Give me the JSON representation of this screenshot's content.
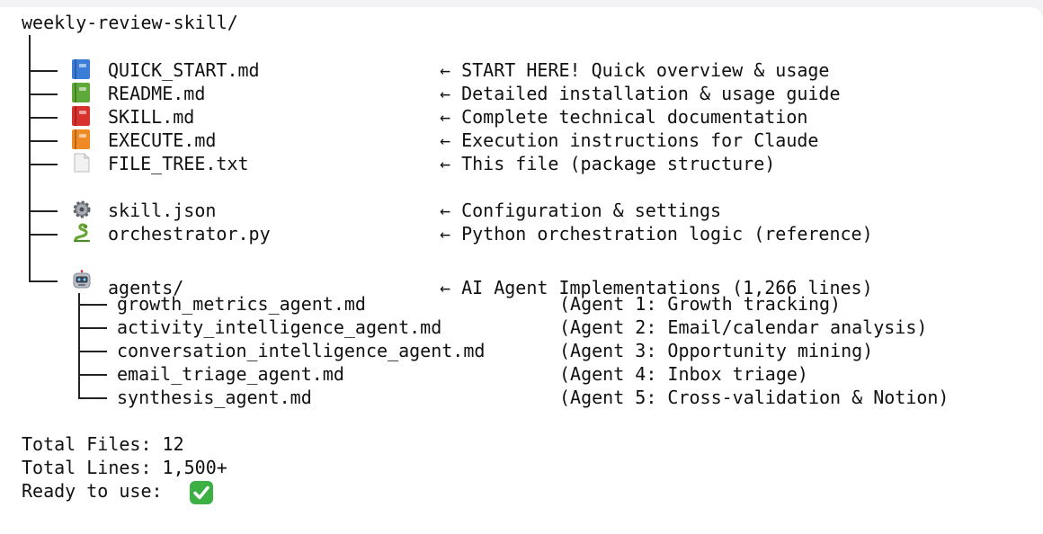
{
  "root": "weekly-review-skill/",
  "files": [
    {
      "icon": "blue-book-icon",
      "name": "QUICK_START.md",
      "note": "← START HERE! Quick overview & usage"
    },
    {
      "icon": "green-book-icon",
      "name": "README.md",
      "note": "← Detailed installation & usage guide"
    },
    {
      "icon": "red-book-icon",
      "name": "SKILL.md",
      "note": "← Complete technical documentation"
    },
    {
      "icon": "orange-book-icon",
      "name": "EXECUTE.md",
      "note": "← Execution instructions for Claude"
    },
    {
      "icon": "page-icon",
      "name": "FILE_TREE.txt",
      "note": "← This file (package structure)"
    }
  ],
  "config_files": [
    {
      "icon": "gear-icon",
      "name": "skill.json",
      "note": "← Configuration & settings"
    },
    {
      "icon": "snake-icon",
      "name": "orchestrator.py",
      "note": "← Python orchestration logic (reference)"
    }
  ],
  "agents_folder": {
    "icon": "robot-icon",
    "name": "agents/",
    "note": "← AI Agent Implementations (1,266 lines)",
    "children": [
      {
        "name": "growth_metrics_agent.md",
        "note": "(Agent 1: Growth tracking)"
      },
      {
        "name": "activity_intelligence_agent.md",
        "note": "(Agent 2: Email/calendar analysis)"
      },
      {
        "name": "conversation_intelligence_agent.md",
        "note": "(Agent 3: Opportunity mining)"
      },
      {
        "name": "email_triage_agent.md",
        "note": "(Agent 4: Inbox triage)"
      },
      {
        "name": "synthesis_agent.md",
        "note": "(Agent 5: Cross-validation & Notion)"
      }
    ]
  },
  "summary": {
    "total_files": "Total Files: 12",
    "total_lines": "Total Lines: 1,500+",
    "ready": "Ready to use:",
    "ready_icon": "check-mark-icon"
  },
  "colors": {
    "blue_book": "#3b7dd8",
    "green_book": "#5fa83a",
    "red_book": "#d8322e",
    "orange_book": "#f08a24",
    "check_green": "#3cb043"
  }
}
